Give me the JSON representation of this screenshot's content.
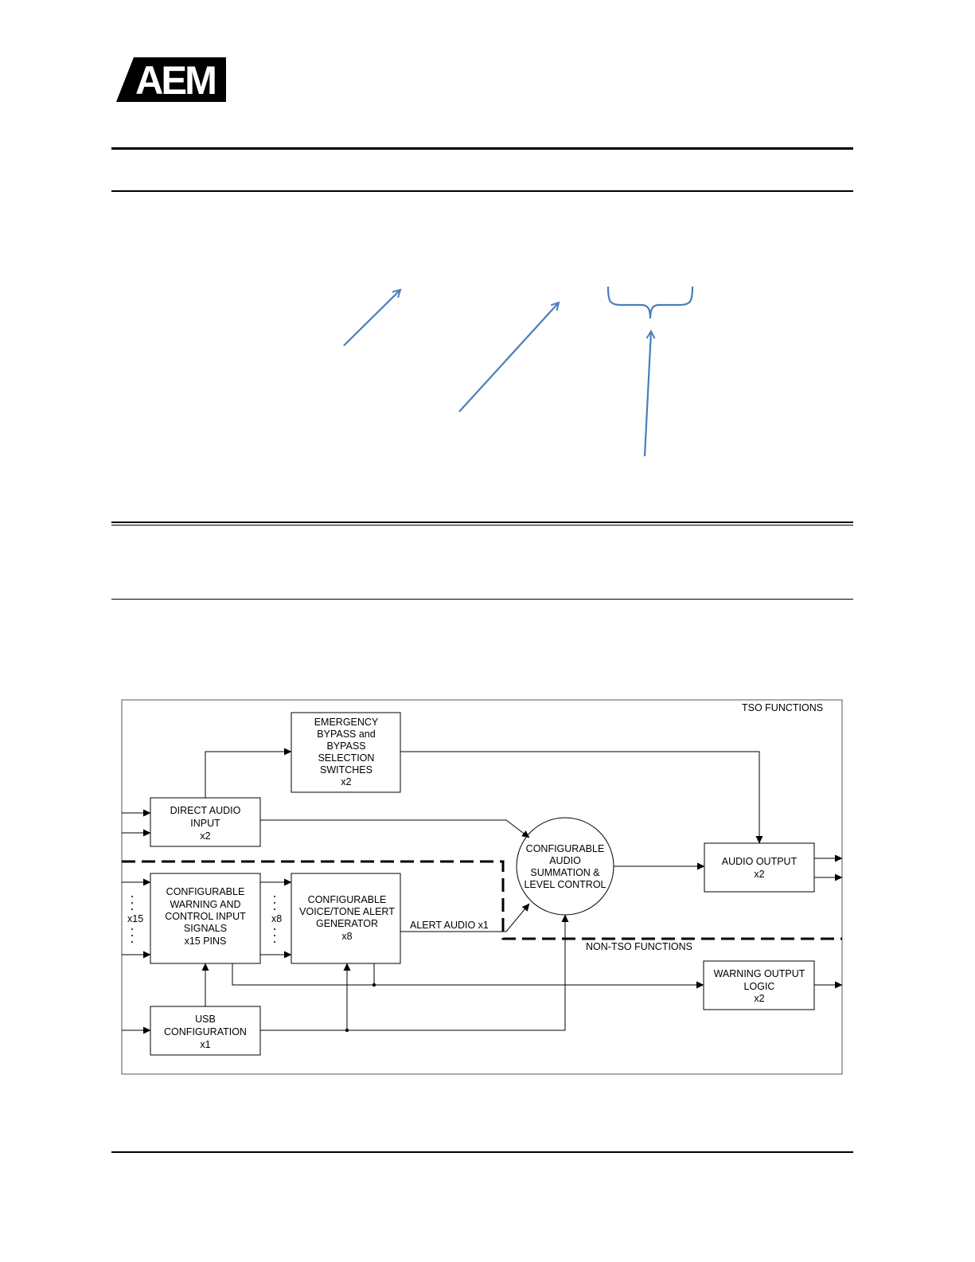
{
  "header": {
    "logo_text": "AEM"
  },
  "diagram": {
    "tso_label": "TSO FUNCTIONS",
    "non_tso_label": "NON-TSO FUNCTIONS",
    "alert_audio_label": "ALERT AUDIO x1",
    "side_labels": {
      "inputs_count": "x15",
      "alerts_count": "x8"
    },
    "blocks": {
      "emergency_bypass": [
        "EMERGENCY",
        "BYPASS and",
        "BYPASS",
        "SELECTION",
        "SWITCHES",
        "x2"
      ],
      "direct_audio": [
        "DIRECT AUDIO",
        "INPUT",
        "x2"
      ],
      "warning_inputs": [
        "CONFIGURABLE",
        "WARNING AND",
        "CONTROL INPUT",
        "SIGNALS",
        "x15 PINS"
      ],
      "voice_tone": [
        "CONFIGURABLE",
        "VOICE/TONE ALERT",
        "GENERATOR",
        "x8"
      ],
      "usb_config": [
        "USB",
        "CONFIGURATION",
        "x1"
      ],
      "summation": [
        "CONFIGURABLE",
        "AUDIO",
        "SUMMATION &",
        "LEVEL CONTROL"
      ],
      "audio_output": [
        "AUDIO OUTPUT",
        "x2"
      ],
      "warning_output": [
        "WARNING OUTPUT",
        "LOGIC",
        "x2"
      ]
    }
  },
  "colors": {
    "annotation_blue": "#4a7ebb",
    "ink": "#000000"
  }
}
